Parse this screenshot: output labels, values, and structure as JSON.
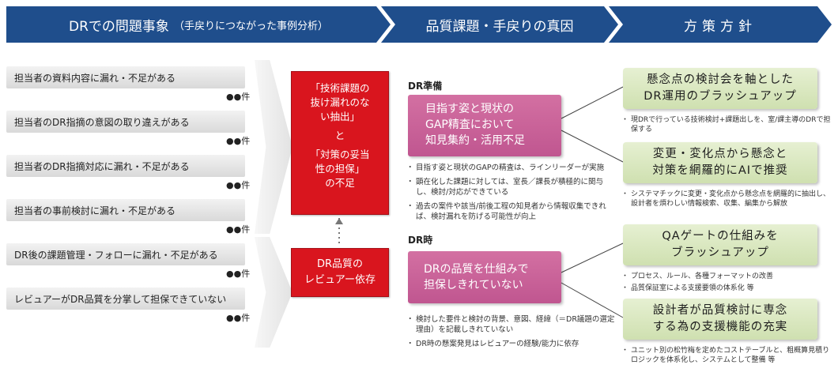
{
  "headers": {
    "col1_title": "DRでの問題事象",
    "col1_sub": "（手戻りにつながった事例分析）",
    "col2_title": "品質課題・手戻りの真因",
    "col3_title": "方策方針"
  },
  "issues": [
    {
      "label": "担当者の資料内容に漏れ・不足がある",
      "count": "●●件"
    },
    {
      "label": "担当者のDR指摘の意図の取り違えがある",
      "count": "●●件"
    },
    {
      "label": "担当者のDR指摘対応に漏れ・不足がある",
      "count": "●●件"
    },
    {
      "label": "担当者の事前検討に漏れ・不足がある",
      "count": "●●件"
    },
    {
      "label": "DR後の課題管理・フォローに漏れ・不足がある",
      "count": "●●件"
    },
    {
      "label": "レビュアーがDR品質を分掌して担保できていない",
      "count": "●●件"
    }
  ],
  "root_causes": {
    "box1_line1": "「技術課題の",
    "box1_line2": "抜け漏れのな",
    "box1_line3": "い抽出」",
    "box1_and": "と",
    "box1_line4": "「対策の妥当",
    "box1_line5": "性の担保」",
    "box1_line6": "の不足",
    "box2_line1": "DR品質の",
    "box2_line2": "レビュアー依存"
  },
  "dr_prep": {
    "label": "DR準備",
    "box_line1": "目指す姿と現状の",
    "box_line2": "GAP精査において",
    "box_line3": "知見集約・活用不足",
    "notes": [
      "目指す姿と現状のGAPの精査は、ラインリーダーが実施",
      "顕在化した課題に対しては、室長／課長が積極的に関与し、検討/対応ができている",
      "過去の案件や該当/前後工程の知見者から情報収集できれば、検討漏れを防げる可能性が向上"
    ]
  },
  "dr_time": {
    "label": "DR時",
    "box_line1": "DRの品質を仕組みで",
    "box_line2": "担保しきれていない",
    "notes": [
      "検討した要件と検討の背景、意図、経緯（＝DR議題の選定理由）を記載しきれていない",
      "DR時の懸案発見はレビュアーの経験/能力に依存"
    ]
  },
  "measures": [
    {
      "line1": "懸念点の検討会を軸とした",
      "line2": "DR運用のブラッシュアップ",
      "notes": [
        "現DRで行っている技術検討+課題出しを、室/課主導のDRで担保する"
      ]
    },
    {
      "line1": "変更・変化点から懸念と",
      "line2": "対策を網羅的にAIで推奨",
      "notes": [
        "システマチックに変更・変化点から懸念点を網羅的に抽出し、設計者を煩わしい情報検索、収集、編集から解放"
      ]
    },
    {
      "line1": "QAゲートの仕組みを",
      "line2": "ブラッシュアップ",
      "notes": [
        "プロセス、ルール、各種フォーマットの改善",
        "品質保証室による支援要領の体系化 等"
      ]
    },
    {
      "line1": "設計者が品質検討に専念",
      "line2": "する為の支援機能の充実",
      "notes": [
        "ユニット別の松竹梅を定めたコストテーブルと、粗概算見積りロジックを体系化し、システムとして整備 等"
      ]
    }
  ],
  "colors": {
    "header": "#1f4e8c",
    "red": "#d9151e",
    "pink": "#c8619a",
    "green": "#d9e7c0"
  }
}
